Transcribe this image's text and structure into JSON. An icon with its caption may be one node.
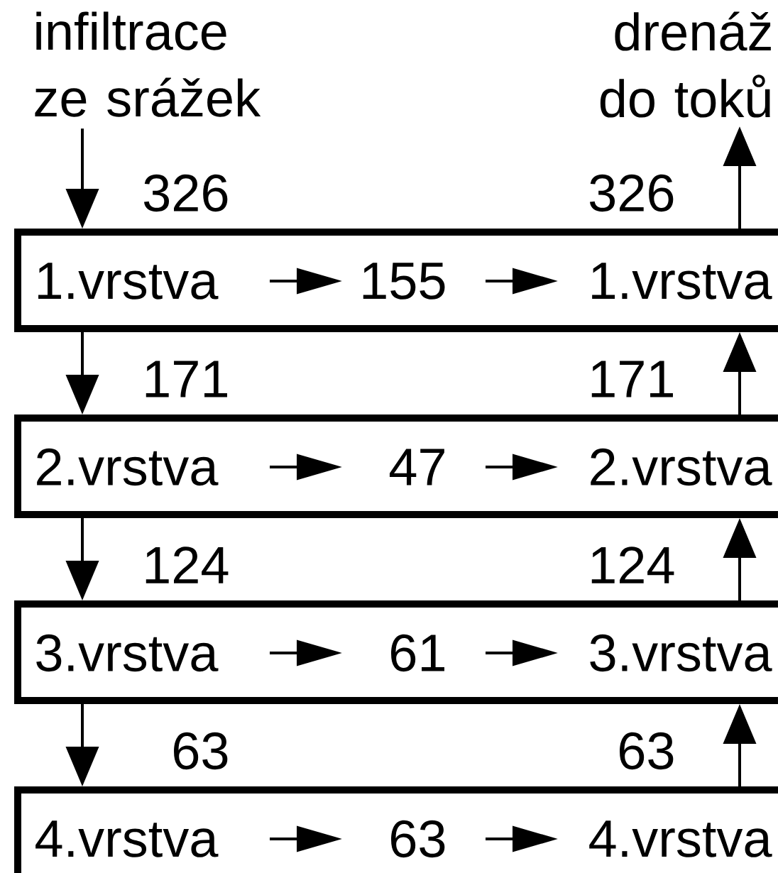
{
  "diagram": {
    "nodes": [
      {
        "text": [
          "infiltrace ze srážek"
        ]
      },
      {
        "text": [
          "drenáž do toků"
        ]
      },
      {
        "text": [],
        "shape": "box"
      },
      {
        "text": [
          "1.vrstva"
        ],
        "in": 2
      },
      {
        "text": [
          "155"
        ],
        "in": 2
      },
      {
        "text": [
          "1.vrstva"
        ],
        "in": 2
      },
      {
        "text": [],
        "shape": "box"
      },
      {
        "text": [
          "2.vrstva"
        ],
        "in": 6
      },
      {
        "text": [
          "47"
        ],
        "in": 6
      },
      {
        "text": [
          "2.vrstva"
        ],
        "in": 6
      },
      {
        "text": [],
        "shape": "box"
      },
      {
        "text": [
          "3.vrstva"
        ],
        "in": 10
      },
      {
        "text": [
          "61"
        ],
        "in": 10
      },
      {
        "text": [
          "3.vrstva"
        ],
        "in": 10
      },
      {
        "text": [],
        "shape": "box"
      },
      {
        "text": [
          "4.vrstva"
        ],
        "in": 14
      },
      {
        "text": [
          "63"
        ],
        "in": 14
      },
      {
        "text": [
          "4.vrstva"
        ],
        "in": 14
      }
    ],
    "edges": [
      {
        "from": 0,
        "to": 2,
        "arrow": "to",
        "label": "326"
      },
      {
        "from": 2,
        "to": 1,
        "arrow": "to",
        "label": "326"
      },
      {
        "from": 3,
        "to": 4,
        "arrow": "to"
      },
      {
        "from": 4,
        "to": 5,
        "arrow": "to"
      },
      {
        "from": 2,
        "to": 6,
        "arrow": "to",
        "label": "171"
      },
      {
        "from": 6,
        "to": 2,
        "arrow": "to",
        "label": "171"
      },
      {
        "from": 7,
        "to": 8,
        "arrow": "to"
      },
      {
        "from": 8,
        "to": 9,
        "arrow": "to"
      },
      {
        "from": 6,
        "to": 10,
        "arrow": "to",
        "label": "124"
      },
      {
        "from": 10,
        "to": 6,
        "arrow": "to",
        "label": "124"
      },
      {
        "from": 11,
        "to": 12,
        "arrow": "to"
      },
      {
        "from": 12,
        "to": 13,
        "arrow": "to"
      },
      {
        "from": 10,
        "to": 14,
        "arrow": "to",
        "label": "63"
      },
      {
        "from": 14,
        "to": 10,
        "arrow": "to",
        "label": "63"
      },
      {
        "from": 15,
        "to": 16,
        "arrow": "to"
      },
      {
        "from": 16,
        "to": 17,
        "arrow": "to"
      }
    ]
  }
}
